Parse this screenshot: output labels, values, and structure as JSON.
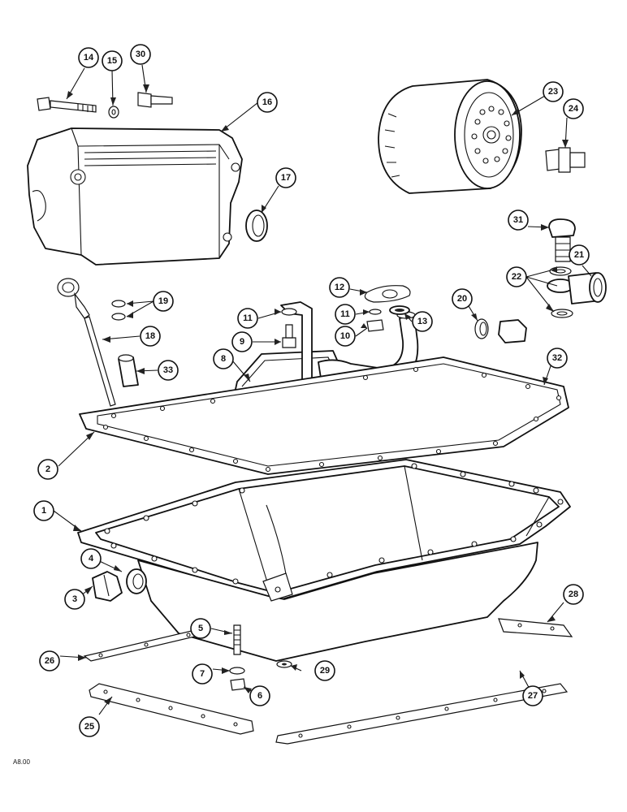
{
  "figure": {
    "reference_code": "A8.00"
  },
  "callouts": [
    {
      "label": "14"
    },
    {
      "label": "15"
    },
    {
      "label": "30"
    },
    {
      "label": "16"
    },
    {
      "label": "17"
    },
    {
      "label": "23"
    },
    {
      "label": "24"
    },
    {
      "label": "31"
    },
    {
      "label": "21"
    },
    {
      "label": "22"
    },
    {
      "label": "19"
    },
    {
      "label": "18"
    },
    {
      "label": "33"
    },
    {
      "label": "11"
    },
    {
      "label": "9"
    },
    {
      "label": "8"
    },
    {
      "label": "12"
    },
    {
      "label": "11"
    },
    {
      "label": "10"
    },
    {
      "label": "13"
    },
    {
      "label": "20"
    },
    {
      "label": "32"
    },
    {
      "label": "2"
    },
    {
      "label": "1"
    },
    {
      "label": "4"
    },
    {
      "label": "3"
    },
    {
      "label": "26"
    },
    {
      "label": "5"
    },
    {
      "label": "7"
    },
    {
      "label": "6"
    },
    {
      "label": "29"
    },
    {
      "label": "25"
    },
    {
      "label": "28"
    },
    {
      "label": "27"
    }
  ]
}
